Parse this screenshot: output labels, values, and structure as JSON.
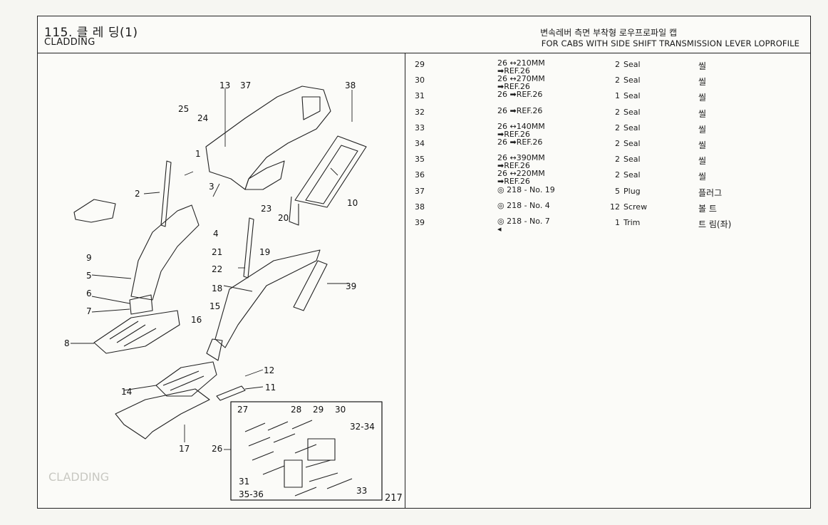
{
  "header": {
    "title": "115. 클 레 딩(1)",
    "subtitle": "CLADDING",
    "right_line1": "변속레버 측면 부착형 로우프로파일 캡",
    "right_line2": "FOR CABS WITH SIDE SHIFT TRANSMISSION LEVER LOPROFILE"
  },
  "page_number": "217",
  "icons": {
    "eye": "eye-icon",
    "arrow": "double-arrow-icon",
    "ref": "ref-arrow-icon"
  },
  "parts": [
    {
      "no": "29",
      "ref1": "26 ↔210MM",
      "ref2": "➡REF.26",
      "qty": "2",
      "desc": "Seal",
      "kr": "씰"
    },
    {
      "no": "30",
      "ref1": "26 ↔270MM",
      "ref2": "➡REF.26",
      "qty": "2",
      "desc": "Seal",
      "kr": "씰"
    },
    {
      "no": "31",
      "ref1": "26 ➡REF.26",
      "ref2": "",
      "qty": "1",
      "desc": "Seal",
      "kr": "씰"
    },
    {
      "no": "32",
      "ref1": "26 ➡REF.26",
      "ref2": "",
      "qty": "2",
      "desc": "Seal",
      "kr": "씰"
    },
    {
      "no": "33",
      "ref1": "26 ↔140MM",
      "ref2": "➡REF.26",
      "qty": "2",
      "desc": "Seal",
      "kr": "씰"
    },
    {
      "no": "34",
      "ref1": "26 ➡REF.26",
      "ref2": "",
      "qty": "2",
      "desc": "Seal",
      "kr": "씰"
    },
    {
      "no": "35",
      "ref1": "26 ↔390MM",
      "ref2": "➡REF.26",
      "qty": "2",
      "desc": "Seal",
      "kr": "씰"
    },
    {
      "no": "36",
      "ref1": "26 ↔220MM",
      "ref2": "➡REF.26",
      "qty": "2",
      "desc": "Seal",
      "kr": "씰"
    },
    {
      "no": "37",
      "ref1": "◎ 218 - No. 19",
      "ref2": "",
      "qty": "5",
      "desc": "Plug",
      "kr": "플러그"
    },
    {
      "no": "38",
      "ref1": "◎ 218 - No. 4",
      "ref2": "",
      "qty": "12",
      "desc": "Screw",
      "kr": "볼 트"
    },
    {
      "no": "39",
      "ref1": "◎ 218 - No. 7",
      "ref2": "◂",
      "qty": "1",
      "desc": "Trim",
      "kr": "트 림(좌)"
    }
  ],
  "callouts": [
    "1",
    "2",
    "3",
    "4",
    "5",
    "6",
    "7",
    "8",
    "9",
    "10",
    "11",
    "12",
    "13",
    "14",
    "15",
    "16",
    "17",
    "18",
    "19",
    "20",
    "21",
    "22",
    "23",
    "24",
    "25",
    "26",
    "27",
    "28",
    "29",
    "30",
    "32-34",
    "31",
    "35-36",
    "33",
    "37",
    "38",
    "39"
  ]
}
